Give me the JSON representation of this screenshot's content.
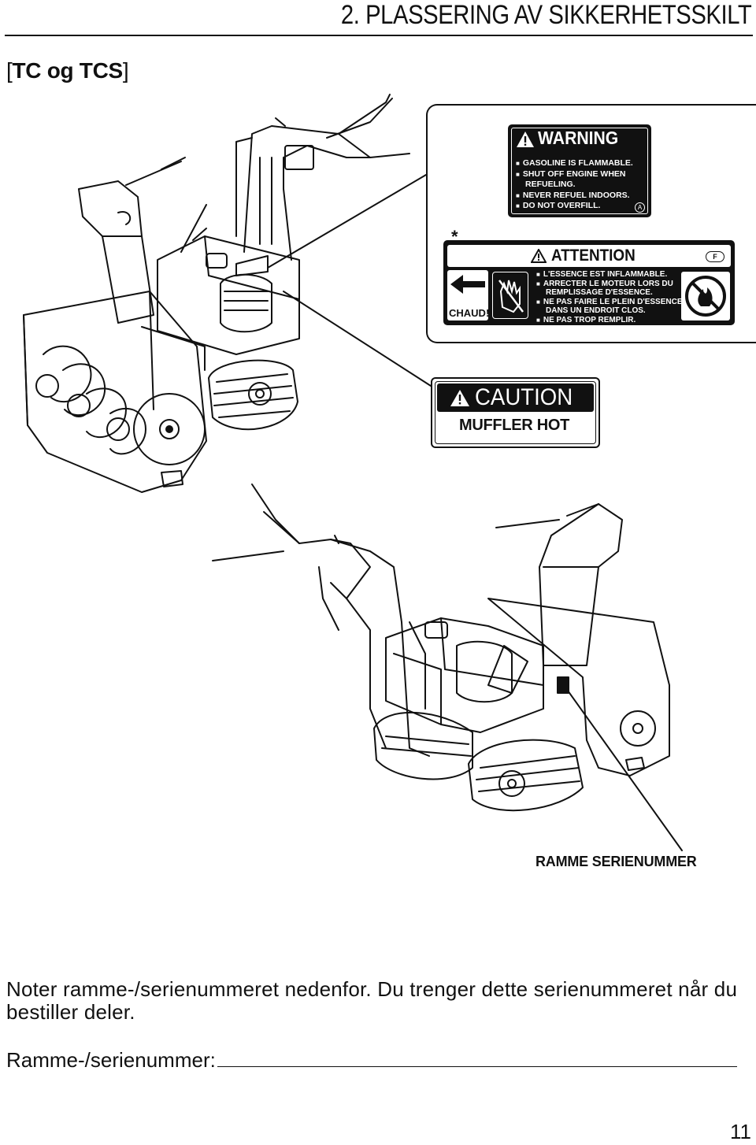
{
  "header": {
    "section_title": "2. PLASSERING AV SIKKERHETSSKILT",
    "model_label_open": "[",
    "model_label": "TC og TCS",
    "model_label_close": "]"
  },
  "labels": {
    "warning": {
      "title": "WARNING",
      "lines": [
        "GASOLINE IS FLAMMABLE.",
        "SHUT OFF ENGINE WHEN",
        "REFUELING.",
        "NEVER REFUEL INDOORS.",
        "DO NOT OVERFILL."
      ],
      "mark": "A"
    },
    "asterisk": "*",
    "attention": {
      "title": "ATTENTION",
      "mark": "F",
      "arrow_label": "CHAUD!",
      "lines": [
        "L'ESSENCE EST INFLAMMABLE.",
        "ARRECTER LE MOTEUR LORS DU",
        "REMPLISSAGE D'ESSENCE.",
        "NE PAS FAIRE LE PLEIN D'ESSENCE",
        "DANS UN ENDROIT CLOS.",
        "NE PAS TROP REMPLIR."
      ]
    },
    "caution": {
      "title": "CAUTION",
      "body": "MUFFLER HOT"
    },
    "frame_serial": "RAMME SERIENUMMER"
  },
  "instruction": "Noter ramme-/serienummeret nedenfor. Du trenger dette serienummeret når du bestiller deler.",
  "serial_field": {
    "label": "Ramme-/serienummer:"
  },
  "page_number": "11"
}
